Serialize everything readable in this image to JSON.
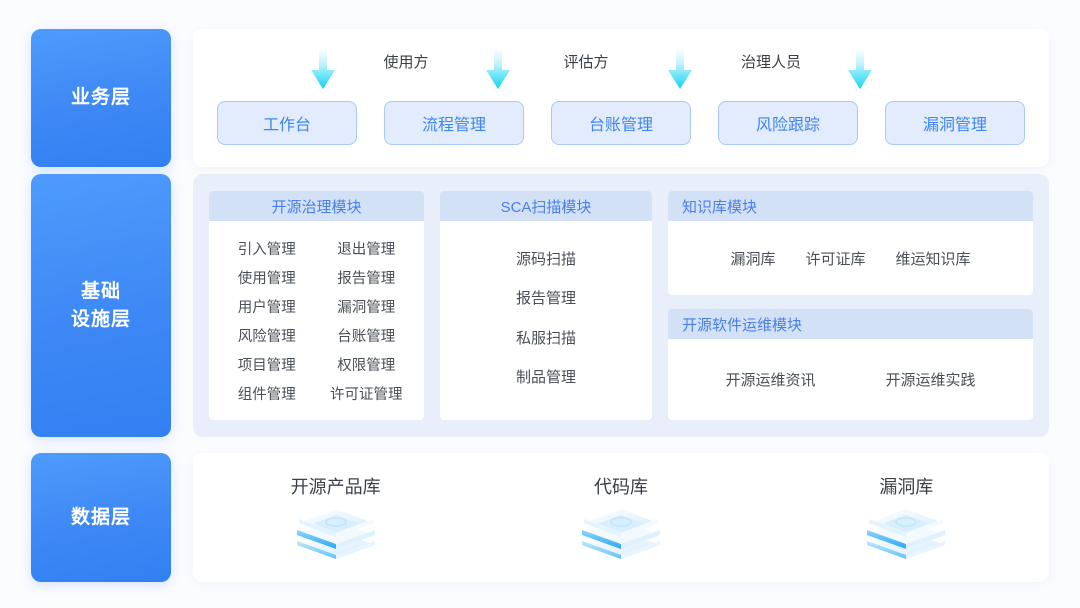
{
  "colors": {
    "page_background": "#fbfcfe",
    "layer_tag_blue": "#3d88f5",
    "pill_background": "#e2ecfd",
    "pill_border": "#a9c9fa",
    "pill_text": "#3d85f0",
    "module_header_band": "#d3e1f7",
    "module_header_text": "#4a7fe8",
    "infra_panel_background": "#e9eefb",
    "arrow_cyan": "#17d6f4"
  },
  "layers": {
    "business": {
      "tag": "业务层",
      "roles": [
        {
          "label": "使用方"
        },
        {
          "label": "评估方"
        },
        {
          "label": "治理人员"
        }
      ],
      "arrows_count": 4,
      "cards": [
        {
          "label": "工作台"
        },
        {
          "label": "流程管理"
        },
        {
          "label": "台账管理"
        },
        {
          "label": "风险跟踪"
        },
        {
          "label": "漏洞管理"
        }
      ]
    },
    "infrastructure": {
      "tag_line1": "基础",
      "tag_line2": "设施层",
      "modules": [
        {
          "title": "开源治理模块",
          "title_align": "center",
          "layout": "grid2",
          "items": [
            "引入管理",
            "退出管理",
            "使用管理",
            "报告管理",
            "用户管理",
            "漏洞管理",
            "风险管理",
            "台账管理",
            "项目管理",
            "权限管理",
            "组件管理",
            "许可证管理"
          ]
        },
        {
          "title": "SCA扫描模块",
          "title_align": "center",
          "layout": "column",
          "items": [
            "源码扫描",
            "报告管理",
            "私服扫描",
            "制品管理"
          ]
        },
        {
          "title": "知识库模块",
          "title_align": "left",
          "layout": "row",
          "items": [
            "漏洞库",
            "许可证库",
            "维运知识库"
          ]
        },
        {
          "title": "开源软件运维模块",
          "title_align": "left",
          "layout": "row",
          "items": [
            "开源运维资讯",
            "开源运维实践"
          ]
        }
      ]
    },
    "data": {
      "tag": "数据层",
      "stores": [
        {
          "label": "开源产品库",
          "icon": "database-stack-icon"
        },
        {
          "label": "代码库",
          "icon": "database-stack-icon"
        },
        {
          "label": "漏洞库",
          "icon": "database-stack-icon"
        }
      ]
    }
  }
}
